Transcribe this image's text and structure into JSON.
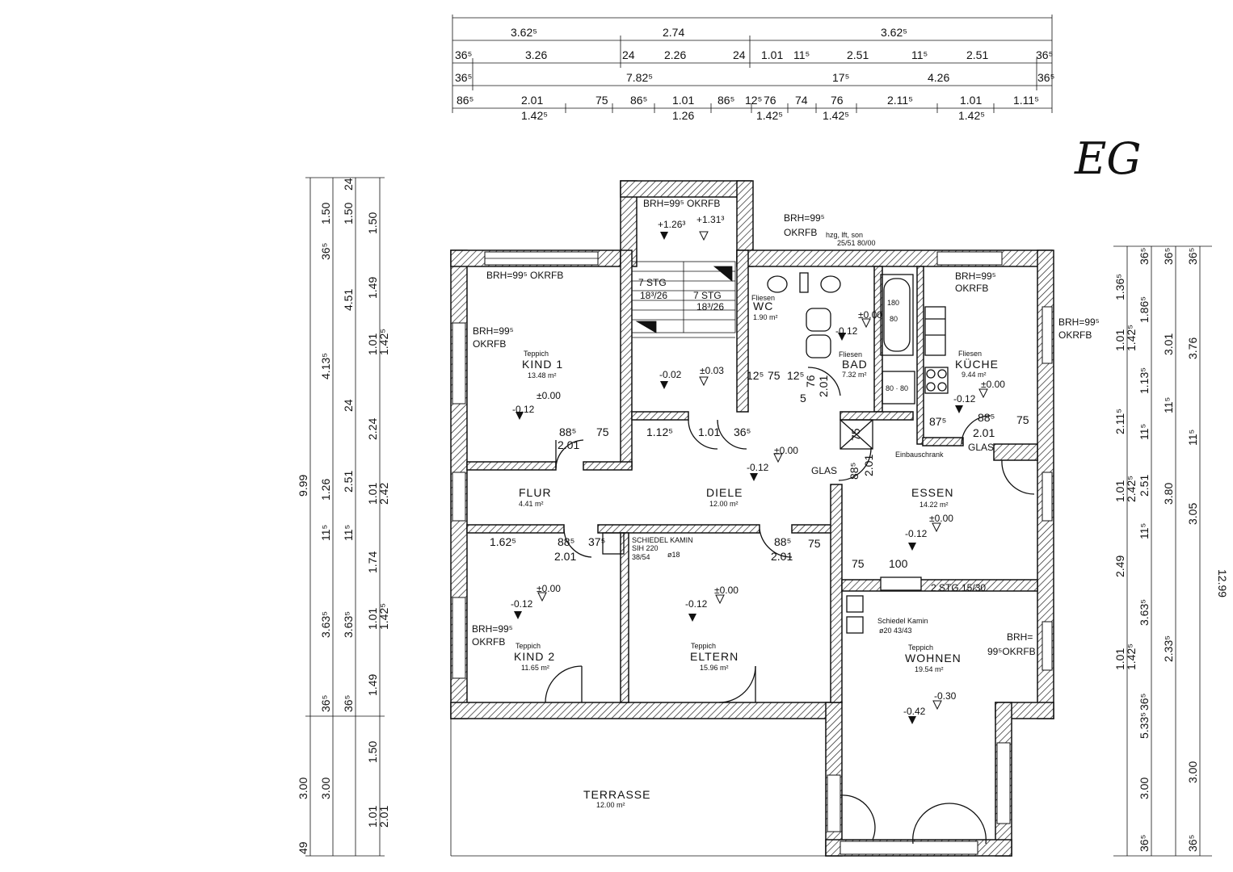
{
  "floor_label": "EG",
  "top_dims": {
    "row1": [
      "3.62⁵",
      "2.74",
      "3.62⁵"
    ],
    "row2": [
      "36⁵",
      "3.26",
      "24",
      "2.26",
      "24",
      "1.01",
      "11⁵",
      "2.51",
      "11⁵",
      "2.51",
      "36⁵"
    ],
    "row3": [
      "36⁵",
      "7.82⁵",
      "17⁵",
      "4.26",
      "36⁵"
    ],
    "row4": [
      "86⁵",
      "2.01",
      "75",
      "86⁵",
      "1.01",
      "86⁵",
      "12⁵",
      "76",
      "74",
      "76",
      "2.11⁵",
      "1.01",
      "1.11⁵"
    ],
    "row4_sub": [
      "1.42⁵",
      "1.26",
      "1.42⁵",
      "1.42⁵",
      "1.42⁵"
    ]
  },
  "left_dims": {
    "col1": [
      "9.99",
      "3.00",
      "49"
    ],
    "col2": [
      "1.50",
      "36⁵",
      "4.13⁵",
      "1.26",
      "11⁵",
      "3.63⁵",
      "36⁵",
      "3.00"
    ],
    "col3": [
      "1.50",
      "24",
      "4.51",
      "24",
      "2.51",
      "11⁵",
      "3.63⁵",
      "36⁵"
    ],
    "col4": [
      "1.50",
      "1.49",
      "1.01",
      "1.42⁵",
      "2.24",
      "1.01",
      "2.42",
      "1.74",
      "1.01",
      "1.42⁵",
      "1.49",
      "1.50",
      "1.01",
      "2.01"
    ]
  },
  "right_dims": {
    "col1": [
      "1.36⁵",
      "1.01",
      "1.42⁵",
      "1.13⁵",
      "2.11⁵",
      "1.01",
      "2.42⁵",
      "2.49",
      "1.01",
      "1.42⁵"
    ],
    "col2": [
      "36⁵",
      "1.86⁵",
      "11⁵",
      "2.51",
      "11⁵",
      "3.63⁵",
      "36⁵",
      "5.33⁵",
      "3.00",
      "36⁵"
    ],
    "col3": [
      "36⁵",
      "3.01",
      "11⁵",
      "3.80",
      "2.33⁵"
    ],
    "col4": [
      "36⁵",
      "3.76",
      "11⁵",
      "3.05",
      "12.99",
      "3.00",
      "36⁵"
    ]
  },
  "rooms": {
    "kind1": {
      "floor": "Teppich",
      "name": "KIND 1",
      "area": "13.48 m²",
      "level": "±0.00",
      "level2": "-0.12"
    },
    "stair_top": {
      "brh": "BRH=99⁵ OKRFB",
      "l1": "+1.26³",
      "l2": "+1.31³",
      "stg1": "7 STG",
      "stg1b": "18³/26",
      "stg2": "7 STG",
      "stg2b": "18³/26",
      "l3": "-0.02",
      "l4": "±0.03"
    },
    "wc": {
      "floor": "Fliesen",
      "name": "WC",
      "area": "1.90 m²"
    },
    "bad": {
      "floor": "Fliesen",
      "name": "BAD",
      "area": "7.32 m²",
      "level": "±0.00",
      "level2": "-0.12",
      "tub": "180",
      "tub2": "80",
      "shower": "80 · 80"
    },
    "kueche": {
      "floor": "Fliesen",
      "name": "KÜCHE",
      "area": "9.44 m²",
      "level": "±0.00",
      "level2": "-0.12"
    },
    "flur": {
      "name": "FLUR",
      "area": "4.41 m²"
    },
    "diele": {
      "name": "DIELE",
      "area": "12.00 m²",
      "level": "±0.00",
      "level2": "-0.12"
    },
    "essen": {
      "name": "ESSEN",
      "area": "14.22 m²",
      "level": "±0.00",
      "level2": "-0.12"
    },
    "kind2": {
      "floor": "Teppich",
      "name": "KIND 2",
      "area": "11.65 m²",
      "level": "±0.00",
      "level2": "-0.12"
    },
    "eltern": {
      "floor": "Teppich",
      "name": "ELTERN",
      "area": "15.96 m²",
      "level": "±0.00",
      "level2": "-0.12"
    },
    "wohnen": {
      "floor": "Teppich",
      "name": "WOHNEN",
      "area": "19.54 m²",
      "level": "-0.30",
      "level2": "-0.42"
    },
    "terrasse": {
      "name": "TERRASSE",
      "area": "12.00 m²"
    }
  },
  "notes": {
    "brh_left": "BRH=99⁵ OKRFB",
    "brh_kind1_a": "BRH=99⁵",
    "brh_kind1_b": "OKRFB",
    "brh_top_a": "BRH=99⁵",
    "brh_top_b": "OKRFB",
    "hzg": "hzg, lft, son",
    "hzg2": "25/51 80/00",
    "brh_kueche_a": "BRH=99⁵",
    "brh_kueche_b": "OKRFB",
    "brh_right_a": "BRH=99⁵",
    "brh_right_b": "OKRFB",
    "brh_kind2_a": "BRH=99⁵",
    "brh_kind2_b": "OKRFB",
    "brh_wohnen_a": "BRH=",
    "brh_wohnen_b": "99⁵OKRFB",
    "schiedel1": "SCHIEDEL KAMIN",
    "schiedel1b": "SIH 220",
    "schiedel1c": "38/54",
    "schiedel1d": "ø18",
    "schiedel2": "Schiedel Kamin",
    "schiedel2b": "ø20   43/43",
    "einbauschrank": "Einbauschrank",
    "glas1": "GLAS",
    "glas2": "GLAS",
    "stg_essen": "2 STG  15/30"
  },
  "opening_dims": {
    "kind1_door_a": "88⁵",
    "kind1_door_b": "2.01",
    "kind1_75": "75",
    "diele_112": "1.12⁵",
    "diele_101": "1.01",
    "diele_365": "36⁵",
    "kind2_162": "1.62⁵",
    "kind2_door_a": "88⁵",
    "kind2_door_b": "2.01",
    "kind2_37": "37⁵",
    "eltern_door_a": "88⁵",
    "eltern_door_b": "2.01",
    "eltern_75": "75",
    "essen_75": "75",
    "essen_100": "100",
    "kueche_875": "87⁵",
    "kueche_885": "88⁵",
    "kueche_201": "2.01",
    "kueche_75": "75",
    "glas_885": "88⁵",
    "glas_201": "2.01",
    "glas_75": "75",
    "bad_125": "12⁵",
    "bad_75": "75",
    "bad_12": "12⁵",
    "bad_76": "76",
    "bad_201": "2.01",
    "bad_5": "5"
  }
}
